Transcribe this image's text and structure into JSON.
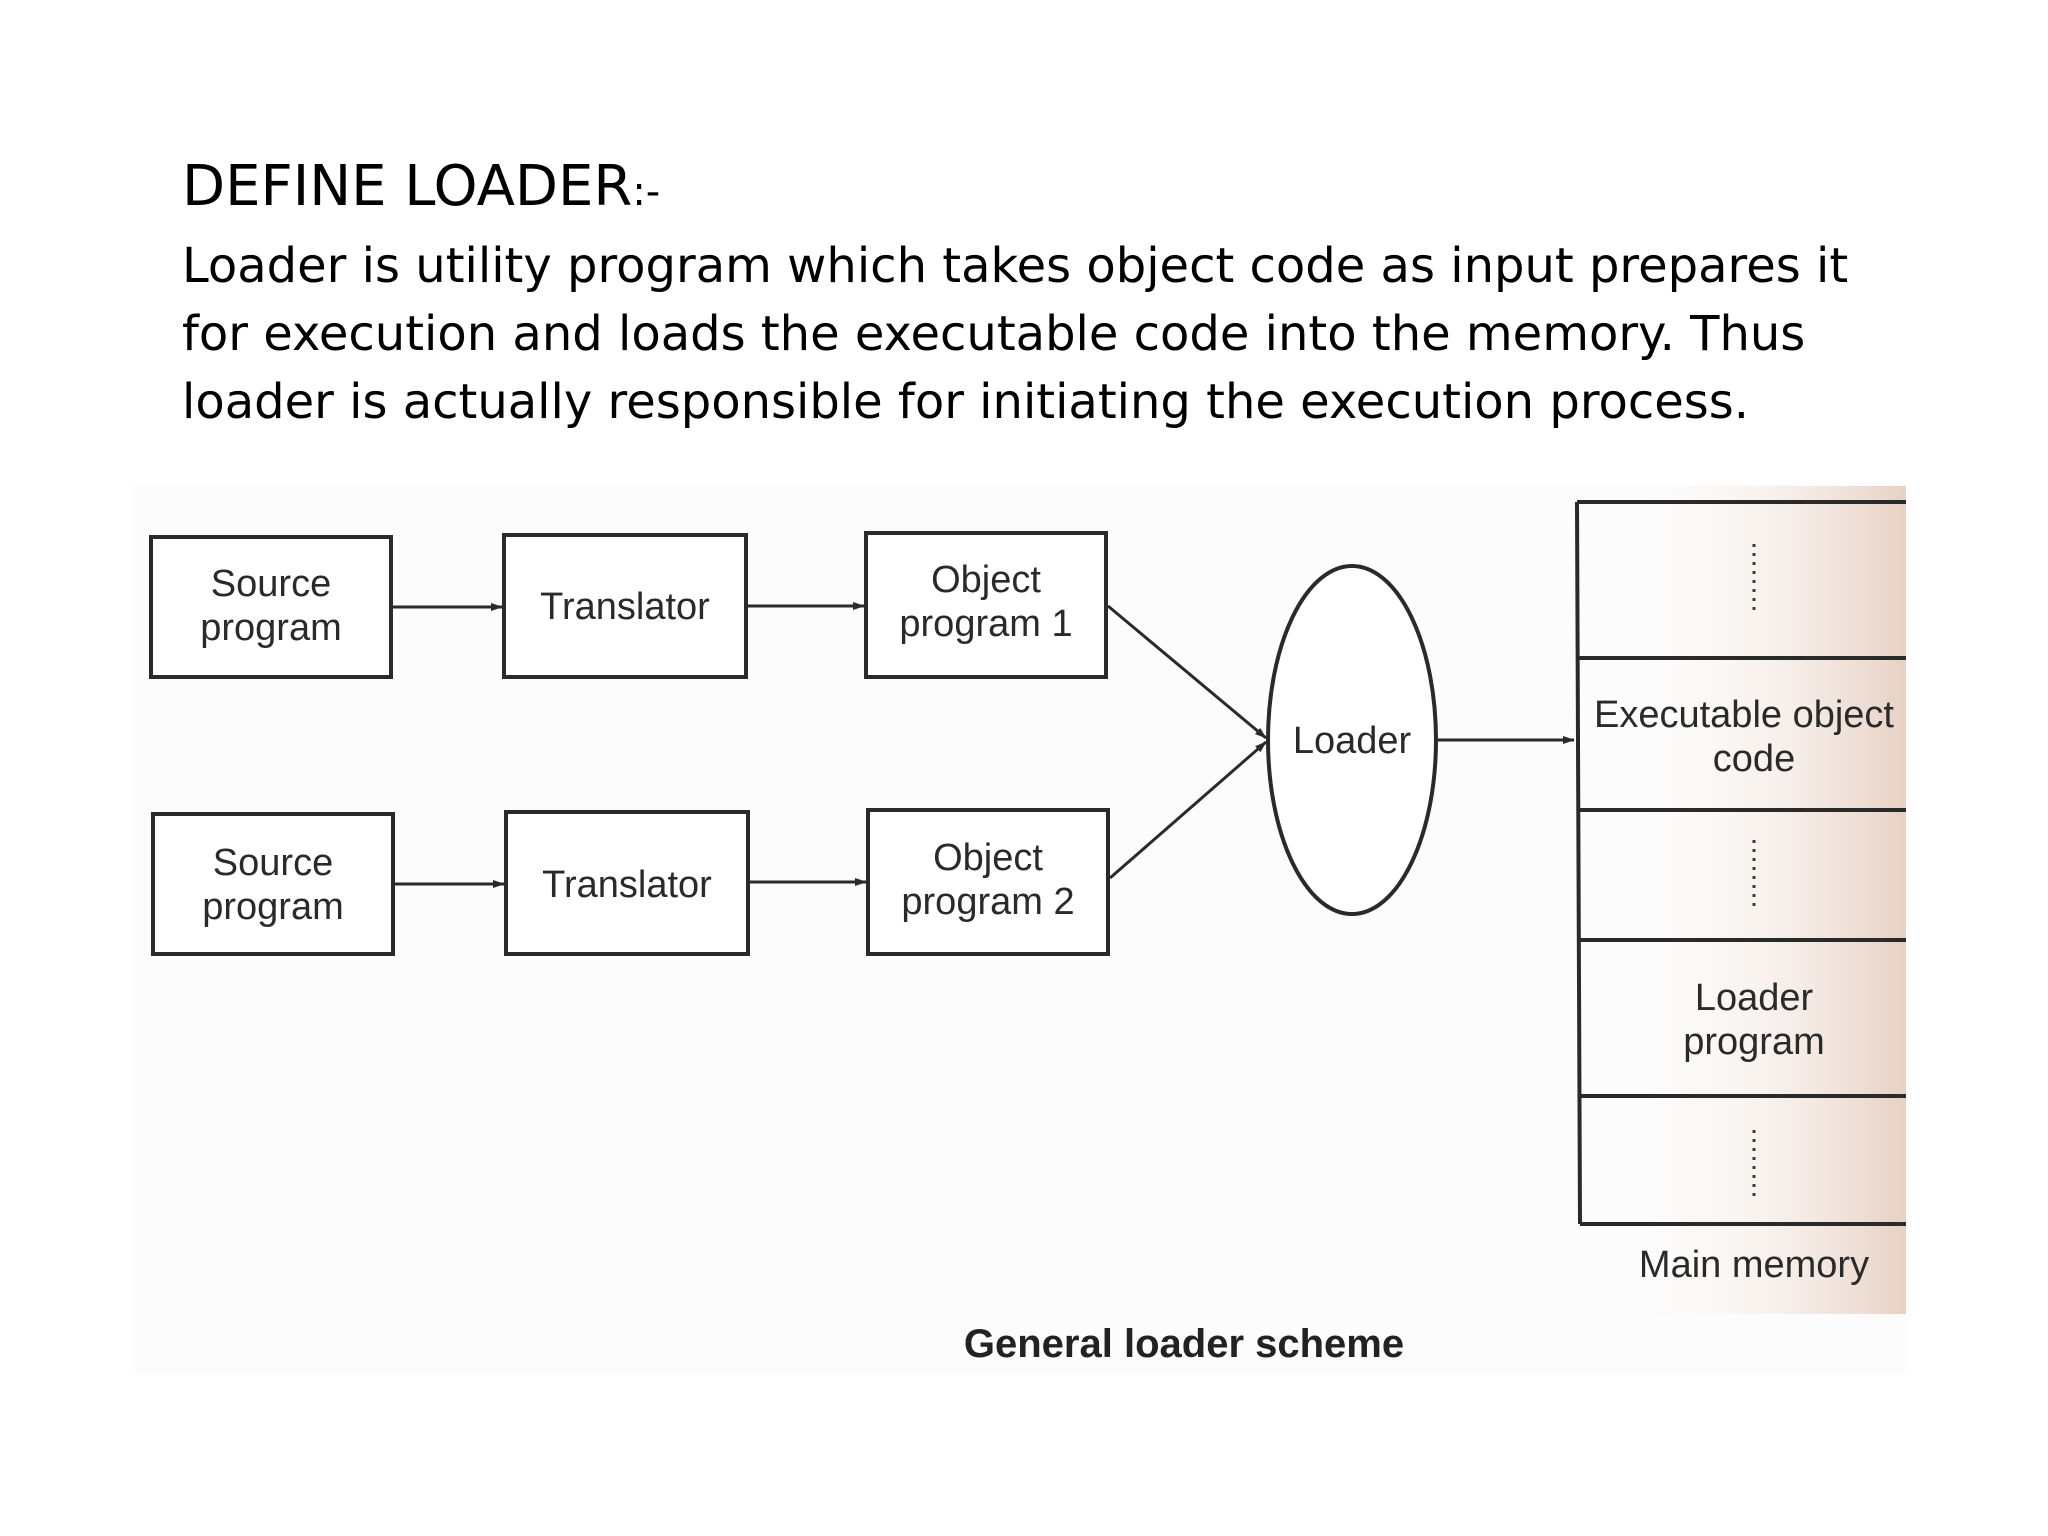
{
  "slide": {
    "heading": "DEFINE LOADER",
    "heading_suffix": ":-",
    "body": "Loader is utility program which takes object code as input prepares it for execution and loads the executable code into the memory. Thus loader is actually responsible for initiating the execution process."
  },
  "diagram": {
    "nodes": {
      "source_program_1": [
        "Source",
        "program"
      ],
      "translator_1": "Translator",
      "object_program_1": [
        "Object",
        "program 1"
      ],
      "source_program_2": [
        "Source",
        "program"
      ],
      "translator_2": "Translator",
      "object_program_2": [
        "Object",
        "program 2"
      ],
      "loader": "Loader"
    },
    "memory_segments": {
      "executable_object_code": [
        "Executable object",
        "code"
      ],
      "loader_program": [
        "Loader",
        "program"
      ]
    },
    "memory_label": "Main memory",
    "caption": "General loader scheme"
  },
  "colors": {
    "ink": "#2a2a2a",
    "paper_shadow": "#ead7cc"
  }
}
